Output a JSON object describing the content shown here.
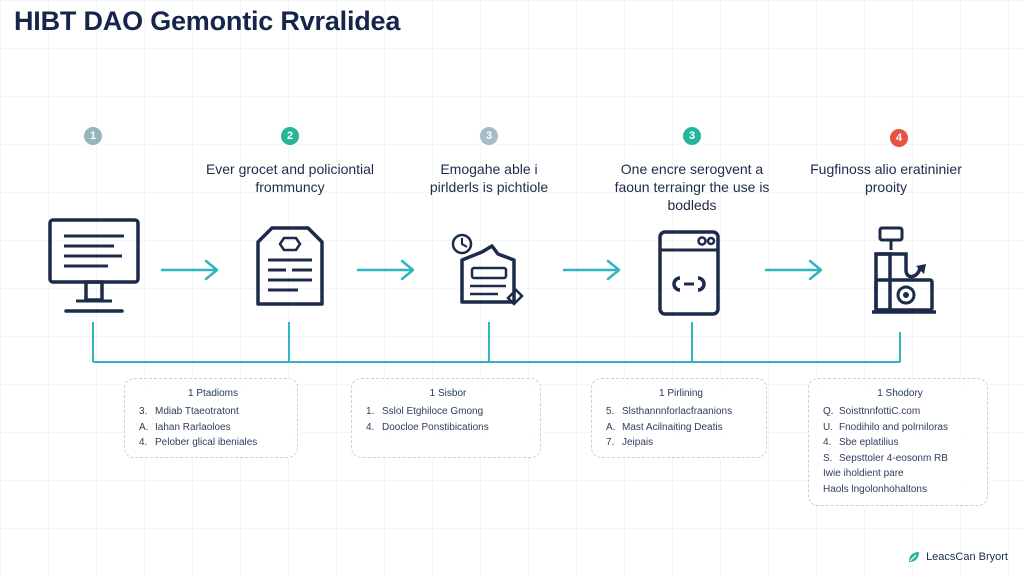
{
  "title": "HIBT DAO Gemontic Rvralidea",
  "colors": {
    "primary": "#1d2b4a",
    "accent": "#2fb4c3",
    "badge_gray": "#96b5b9",
    "badge_teal": "#27b59a",
    "badge_red": "#e5523f"
  },
  "steps": [
    {
      "number": "1",
      "badge_color": "#96b5b9",
      "caption_lines": [],
      "icon": "monitor-icon"
    },
    {
      "number": "2",
      "badge_color": "#27b59a",
      "caption_lines": [
        "Ever grocet and policiontial",
        "frommuncy"
      ],
      "icon": "document-icon"
    },
    {
      "number": "3",
      "badge_color": "#a7bcc4",
      "caption_lines": [
        "Emogahe able i",
        "pirlderls is pichtiole"
      ],
      "icon": "checklist-icon"
    },
    {
      "number": "3",
      "badge_color": "#27b59a",
      "caption_lines": [
        "One encre serogvent a",
        "faoun terraingr the use is",
        "bodleds"
      ],
      "icon": "device-icon"
    },
    {
      "number": "4",
      "badge_color": "#e5523f",
      "caption_lines": [
        "Fugfinoss alio eratininier",
        "prooity"
      ],
      "icon": "machine-icon"
    }
  ],
  "details": [
    {
      "title": "1 Ptadioms",
      "items": [
        {
          "mark": "3.",
          "text": "Mdiab Ttaeotratont"
        },
        {
          "mark": "A.",
          "text": "Iahan Rarlaoloes"
        },
        {
          "mark": "4.",
          "text": "Pelober glical ibeniales"
        }
      ]
    },
    {
      "title": "1 Sisbor",
      "items": [
        {
          "mark": "1.",
          "text": "Sslol Etghiloce Gmong"
        },
        {
          "mark": "4.",
          "text": "Doocloe Ponstibications"
        }
      ]
    },
    {
      "title": "1 Pirlining",
      "items": [
        {
          "mark": "5.",
          "text": "Slsthannnforlacfraanions"
        },
        {
          "mark": "A.",
          "text": "Mast Acilnaiting Deatis"
        },
        {
          "mark": "7.",
          "text": "Jeipais"
        }
      ]
    },
    {
      "title": "1 Shodory",
      "items": [
        {
          "mark": "Q.",
          "text": "SoisttnnfottiC.com"
        },
        {
          "mark": "U.",
          "text": "Fnodihilo and polrniloras"
        },
        {
          "mark": "4.",
          "text": "Sbe eplatilius"
        },
        {
          "mark": "S.",
          "text": "Sepsttoler 4-eosonm RB"
        },
        {
          "mark": "",
          "text": "Iwie iholdient pare"
        },
        {
          "mark": "",
          "text": "Haols lngolonhohaltons"
        }
      ]
    }
  ],
  "brand": {
    "label": "LeacsCan Bryort",
    "icon": "leaf-logo-icon"
  }
}
